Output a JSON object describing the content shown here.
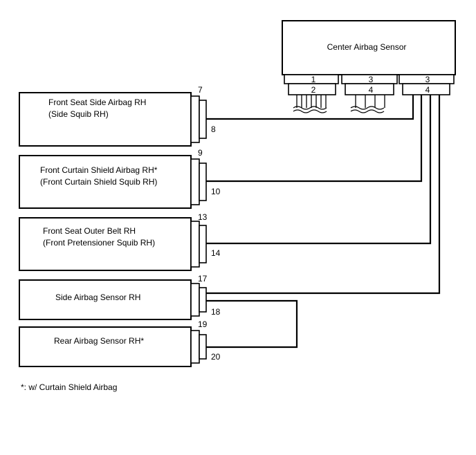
{
  "center_sensor": {
    "label": "Center Airbag Sensor",
    "conn_a_top": "1",
    "conn_a_bot": "2",
    "conn_b_top": "3",
    "conn_b_bot": "4",
    "conn_c_top": "3",
    "conn_c_bot": "4"
  },
  "components": [
    {
      "line1": "Front Seat Side Airbag RH",
      "line2": "(Side Squib RH)",
      "pin_top": "7",
      "pin_bot": "8"
    },
    {
      "line1": "Front Curtain Shield Airbag RH*",
      "line2": "(Front Curtain Shield Squib RH)",
      "pin_top": "9",
      "pin_bot": "10"
    },
    {
      "line1": "Front Seat Outer Belt RH",
      "line2": "(Front Pretensioner Squib RH)",
      "pin_top": "13",
      "pin_bot": "14"
    },
    {
      "line1": "Side Airbag Sensor RH",
      "pin_top": "17",
      "pin_bot": "18"
    },
    {
      "line1": "Rear Airbag Sensor RH*",
      "pin_top": "19",
      "pin_bot": "20"
    }
  ],
  "footnote": "*: w/ Curtain Shield Airbag"
}
